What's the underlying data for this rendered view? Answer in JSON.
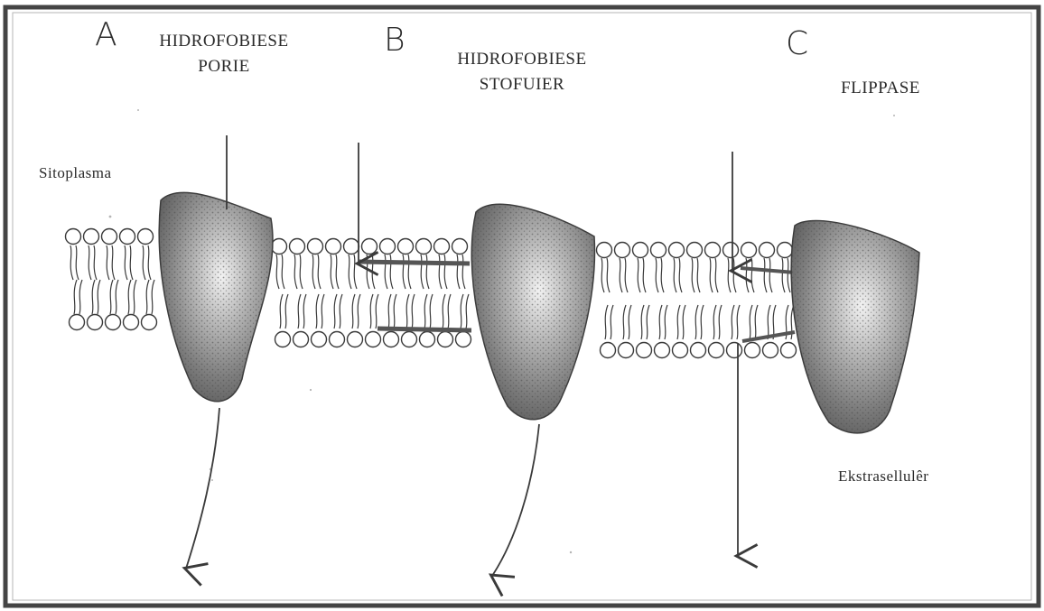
{
  "panels": [
    {
      "letter": "A",
      "title_line1": "HIDROFOBIESE",
      "title_line2": "PORIE"
    },
    {
      "letter": "B",
      "title_line1": "HIDROFOBIESE",
      "title_line2": "STOFUIER"
    },
    {
      "letter": "C",
      "title_line1": "FLIPPASE",
      "title_line2": ""
    }
  ],
  "side_labels": {
    "cytoplasm": "Sitoplasma",
    "extracellular": "Ekstrasellulêr"
  },
  "colors": {
    "background": "#ffffff",
    "line": "#3a3a3a",
    "protein_fill": "#8a8a8a",
    "frame": "#444444"
  },
  "icons": [
    "membrane-protein-icon",
    "phospholipid-icon",
    "arrow-icon"
  ]
}
